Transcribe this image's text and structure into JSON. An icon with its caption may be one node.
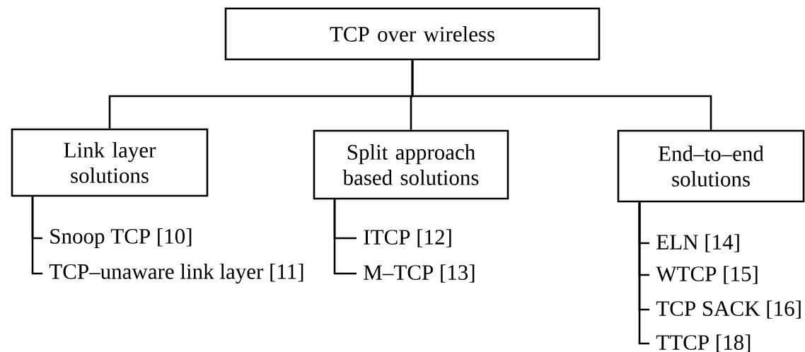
{
  "diagram": {
    "nodes": [
      {
        "text": [
          "TCP over wireless"
        ]
      },
      {
        "text": [
          "Link layer solutions"
        ]
      },
      {
        "text": [
          "Split approach based solutions"
        ]
      },
      {
        "text": [
          "End–to–end solutions"
        ]
      },
      {
        "text": [
          "Snoop TCP [10]"
        ]
      },
      {
        "text": [
          "TCP–unaware link layer [11]"
        ]
      },
      {
        "text": [
          "ITCP [12]"
        ]
      },
      {
        "text": [
          "M–TCP [13]"
        ]
      },
      {
        "text": [
          "ELN [14]"
        ]
      },
      {
        "text": [
          "WTCP [15]"
        ]
      },
      {
        "text": [
          "TCP SACK [16]"
        ]
      },
      {
        "text": [
          "TTCP [18]"
        ]
      }
    ],
    "edges": [
      {
        "from": 0,
        "to": 1,
        "arrow": "none"
      },
      {
        "from": 0,
        "to": 2,
        "arrow": "none"
      },
      {
        "from": 0,
        "to": 3,
        "arrow": "none"
      },
      {
        "from": 1,
        "to": 4,
        "arrow": "none"
      },
      {
        "from": 1,
        "to": 5,
        "arrow": "none"
      },
      {
        "from": 2,
        "to": 6,
        "arrow": "none"
      },
      {
        "from": 2,
        "to": 7,
        "arrow": "none"
      },
      {
        "from": 3,
        "to": 8,
        "arrow": "none"
      },
      {
        "from": 3,
        "to": 9,
        "arrow": "none"
      },
      {
        "from": 3,
        "to": 10,
        "arrow": "none"
      },
      {
        "from": 3,
        "to": 11,
        "arrow": "none"
      }
    ]
  }
}
